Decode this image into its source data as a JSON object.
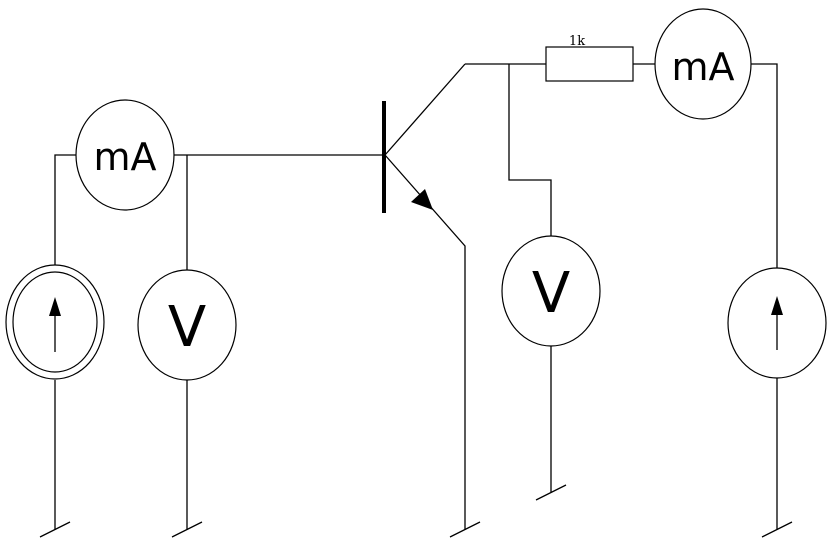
{
  "diagram": {
    "components": {
      "base_ammeter": {
        "label": "mA"
      },
      "base_voltmeter": {
        "label": "V"
      },
      "collector_voltmeter": {
        "label": "V"
      },
      "collector_ammeter": {
        "label": "mA"
      },
      "collector_resistor": {
        "label": "1k"
      },
      "base_current_source": {
        "label": ""
      },
      "collector_current_source": {
        "label": ""
      }
    },
    "colors": {
      "line": "#000000",
      "background": "#ffffff"
    }
  }
}
